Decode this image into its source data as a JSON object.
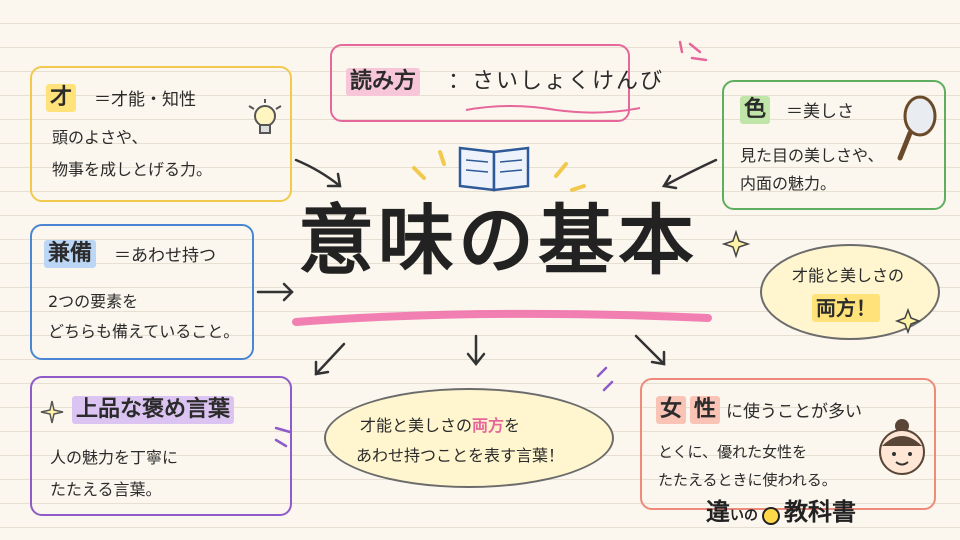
{
  "reading": {
    "label": "読み方",
    "colon": "：",
    "value": "さいしょくけんび"
  },
  "title": "意味の基本",
  "sai": {
    "kw": "才",
    "eq": "＝才能・知性",
    "line1": "頭のよさや、",
    "line2": "物事を成しとげる力。"
  },
  "shoku": {
    "kw": "色",
    "eq": "＝美しさ",
    "line1": "見た目の美しさや、",
    "line2": "内面の魅力。"
  },
  "kenbi": {
    "kw": "兼備",
    "eq": "＝あわせ持つ",
    "line1": "2つの要素を",
    "line2": "どちらも備えていること。"
  },
  "bubble": {
    "line1": "才能と美しさの",
    "line2": "両方！"
  },
  "praise": {
    "kw": "上品な褒め言葉",
    "line1": "人の魅力を丁寧に",
    "line2": "たたえる言葉。"
  },
  "center_cloud": {
    "line1_a": "才能と美しさの",
    "line1_b": "両方",
    "line1_c": "を",
    "line2": "あわせ持つことを表す言葉！"
  },
  "female": {
    "kw1": "女",
    "kw2": "性",
    "rest": "に使うことが多い",
    "line1": "とくに、優れた女性を",
    "line2": "たたえるときに使われる。"
  },
  "logo": {
    "a": "違",
    "b": "いの",
    "c": "教科書"
  },
  "colors": {
    "yellow": "#f2c94c",
    "pink": "#e6679a",
    "green": "#5fae5f",
    "blue": "#4a86d4",
    "purple": "#8e5bc9",
    "coral": "#ee8a7a"
  }
}
